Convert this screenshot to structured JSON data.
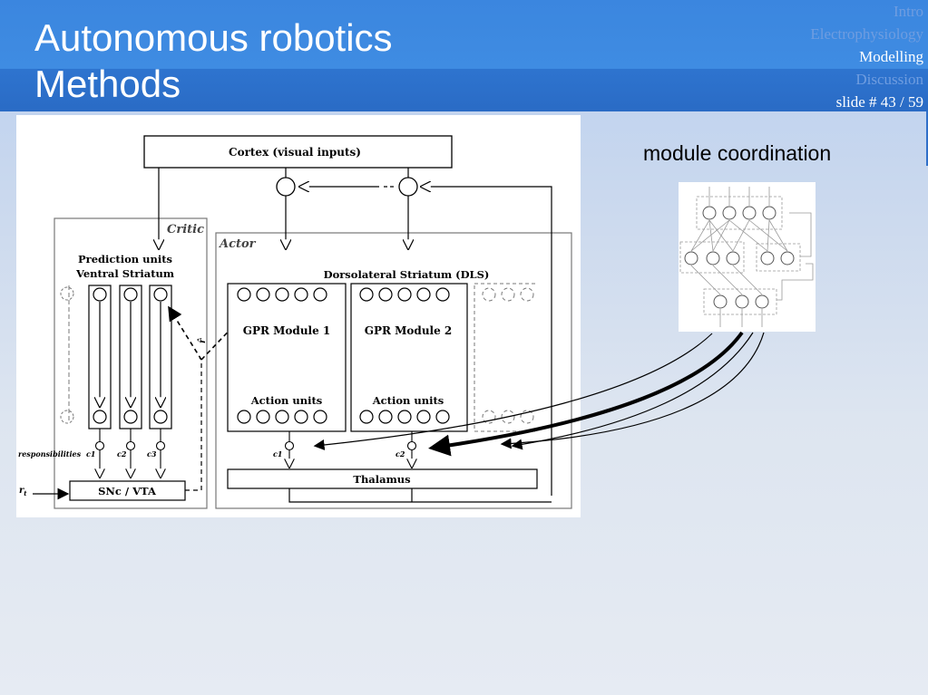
{
  "header": {
    "title_line1": "Autonomous robotics",
    "title_line2": "Methods"
  },
  "nav": {
    "items": [
      {
        "label": "Intro",
        "current": false
      },
      {
        "label": "Electrophysiology",
        "current": false
      },
      {
        "label": "Modelling",
        "current": true
      },
      {
        "label": "Discussion",
        "current": false
      }
    ],
    "slide_counter": "slide # 43 / 59"
  },
  "aside": {
    "label": "module coordination"
  },
  "diagram": {
    "cortex": "Cortex (visual inputs)",
    "critic": "Critic",
    "actor": "Actor",
    "prediction_units": "Prediction units",
    "ventral_striatum": "Ventral Striatum",
    "dls": "Dorsolateral Striatum (DLS)",
    "gpr1": "GPR Module 1",
    "gpr2": "GPR Module 2",
    "action_units_1": "Action units",
    "action_units_2": "Action units",
    "responsibilities": "responsibilities",
    "c1": "c1",
    "c2": "c2",
    "c3": "c3",
    "actor_c1": "c1",
    "actor_c2": "c2",
    "thalamus": "Thalamus",
    "snc": "SNc / VTA",
    "r_t": "r",
    "r_sub": "t",
    "rhat": "r̂",
    "rhat_sub": "t"
  },
  "colors": {
    "header": "#3b86df",
    "title_text": "#ffffff",
    "nav_dim": "#6f9de0",
    "nav_current": "#ffffff"
  }
}
